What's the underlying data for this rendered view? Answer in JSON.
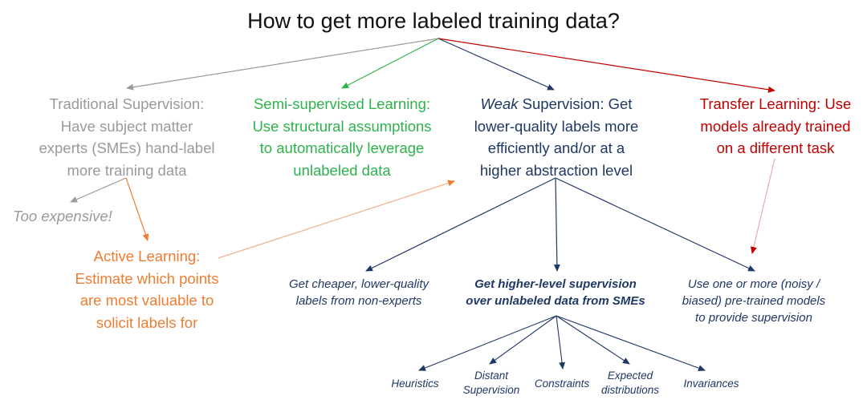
{
  "title": "How to get more labeled training data?",
  "colors": {
    "gray": "#9a9a9a",
    "green": "#2db24c",
    "navy": "#1f3864",
    "red": "#c00000",
    "orange": "#ed7d31"
  },
  "nodes": {
    "traditional": {
      "heading": "Traditional Supervision:",
      "lines": [
        "Have subject matter",
        "experts (SMEs) hand-label",
        "more training data"
      ]
    },
    "semi": {
      "heading": "Semi-supervised Learning:",
      "lines": [
        "Use structural assumptions",
        "to automatically leverage",
        "unlabeled data"
      ]
    },
    "weak": {
      "heading_em": "Weak",
      "heading": "Supervision:",
      "heading_rest": "Get",
      "lines": [
        "lower-quality labels more",
        "efficiently and/or at a",
        "higher abstraction level"
      ]
    },
    "transfer": {
      "heading": "Transfer Learning:",
      "heading_rest": "Use",
      "lines": [
        "models already trained",
        "on a different task"
      ]
    },
    "too_expensive": "Too expensive!",
    "active": {
      "heading": "Active Learning:",
      "lines": [
        "Estimate which points",
        "are most valuable to",
        "solicit labels for"
      ]
    },
    "cheaper": {
      "lines": [
        "Get cheaper, lower-quality",
        "labels from non-experts"
      ]
    },
    "higher_level": {
      "lines": [
        "Get higher-level supervision",
        "over unlabeled data from SMEs"
      ]
    },
    "pretrained": {
      "lines": [
        "Use one or more (noisy /",
        "biased) pre-trained models",
        "to provide supervision"
      ]
    },
    "leaves": {
      "heuristics": "Heuristics",
      "distant": [
        "Distant",
        "Supervision"
      ],
      "constraints": "Constraints",
      "expected": [
        "Expected",
        "distributions"
      ],
      "invariances": "Invariances"
    }
  }
}
